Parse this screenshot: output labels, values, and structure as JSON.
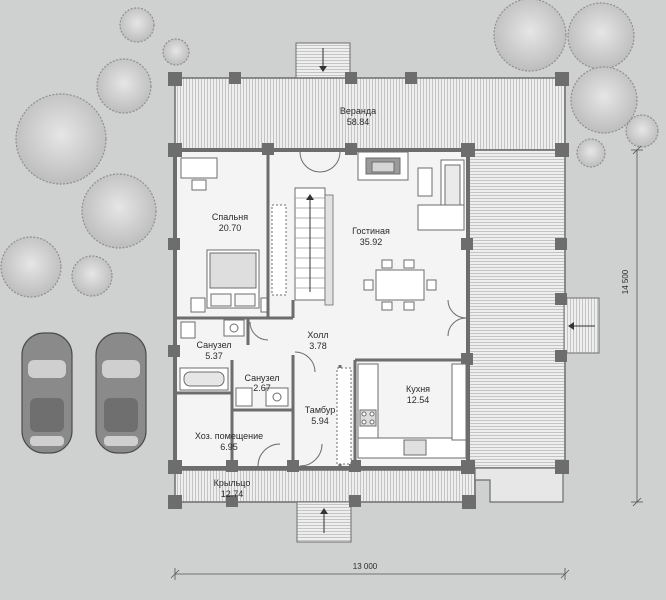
{
  "rooms": [
    {
      "id": "veranda",
      "name": "Веранда",
      "area": "58.84"
    },
    {
      "id": "bedroom",
      "name": "Спальня",
      "area": "20.70"
    },
    {
      "id": "living",
      "name": "Гостиная",
      "area": "35.92"
    },
    {
      "id": "bath1",
      "name": "Санузел",
      "area": "5.37"
    },
    {
      "id": "hall",
      "name": "Холл",
      "area": "3.78"
    },
    {
      "id": "bath2",
      "name": "Санузел",
      "area": "2.67"
    },
    {
      "id": "kitchen",
      "name": "Кухня",
      "area": "12.54"
    },
    {
      "id": "vestibule",
      "name": "Тамбур",
      "area": "5.94"
    },
    {
      "id": "utility",
      "name": "Хоз. помещение",
      "area": "6.95"
    },
    {
      "id": "porch",
      "name": "Крыльцо",
      "area": "12.74"
    }
  ],
  "dimensions": {
    "width": "13 000",
    "depth": "14 500"
  },
  "colors": {
    "background": "#cfd1d0",
    "wall": "#6d6d6d",
    "floor": "#f4f4f4",
    "deck": "#ececec"
  }
}
